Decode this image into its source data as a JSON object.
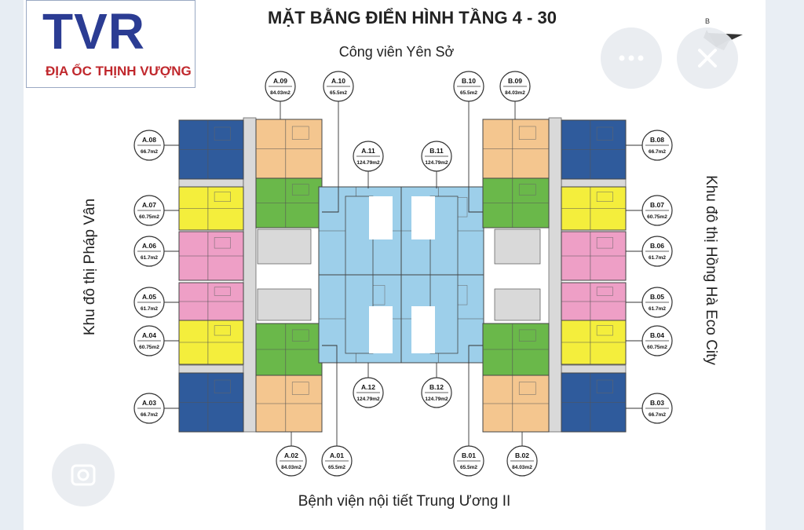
{
  "title": "MẶT BẰNG ĐIỂN HÌNH TẦNG 4 - 30",
  "logo": {
    "main": "TVR",
    "sub": "ĐỊA ỐC THỊNH VƯỢNG"
  },
  "compass_letter": "B",
  "surroundings": {
    "top": "Công viên Yên Sở",
    "bottom": "Bệnh viện nội tiết Trung Ương II",
    "left": "Khu đô thị Pháp Vân",
    "right": "Khu đô thị Hồng Hà Eco City"
  },
  "units": {
    "A.01": {
      "code": "A.01",
      "area": "65.5m2"
    },
    "A.02": {
      "code": "A.02",
      "area": "84.03m2"
    },
    "A.03": {
      "code": "A.03",
      "area": "66.7m2"
    },
    "A.04": {
      "code": "A.04",
      "area": "60.75m2"
    },
    "A.05": {
      "code": "A.05",
      "area": "61.7m2"
    },
    "A.06": {
      "code": "A.06",
      "area": "61.7m2"
    },
    "A.07": {
      "code": "A.07",
      "area": "60.75m2"
    },
    "A.08": {
      "code": "A.08",
      "area": "66.7m2"
    },
    "A.09": {
      "code": "A.09",
      "area": "84.03m2"
    },
    "A.10": {
      "code": "A.10",
      "area": "65.5m2"
    },
    "A.11": {
      "code": "A.11",
      "area": "124.79m2"
    },
    "A.12": {
      "code": "A.12",
      "area": "124.79m2"
    },
    "B.01": {
      "code": "B.01",
      "area": "65.5m2"
    },
    "B.02": {
      "code": "B.02",
      "area": "84.03m2"
    },
    "B.03": {
      "code": "B.03",
      "area": "66.7m2"
    },
    "B.04": {
      "code": "B.04",
      "area": "60.75m2"
    },
    "B.05": {
      "code": "B.05",
      "area": "61.7m2"
    },
    "B.06": {
      "code": "B.06",
      "area": "61.7m2"
    },
    "B.07": {
      "code": "B.07",
      "area": "60.75m2"
    },
    "B.08": {
      "code": "B.08",
      "area": "66.7m2"
    },
    "B.09": {
      "code": "B.09",
      "area": "84.03m2"
    },
    "B.10": {
      "code": "B.10",
      "area": "65.5m2"
    },
    "B.11": {
      "code": "B.11",
      "area": "124.79m2"
    },
    "B.12": {
      "code": "B.12",
      "area": "124.79m2"
    }
  },
  "colors": {
    "blue": "#2f5b9c",
    "tan": "#f4c68f",
    "green": "#6ab84a",
    "yellow": "#f4ee3c",
    "pink": "#ee9fc6",
    "light_blue": "#9dcfea",
    "core": "#d9d9d9"
  },
  "icons": {
    "more": "more-horizontal-icon",
    "close": "close-icon",
    "lens": "visual-search-icon"
  }
}
